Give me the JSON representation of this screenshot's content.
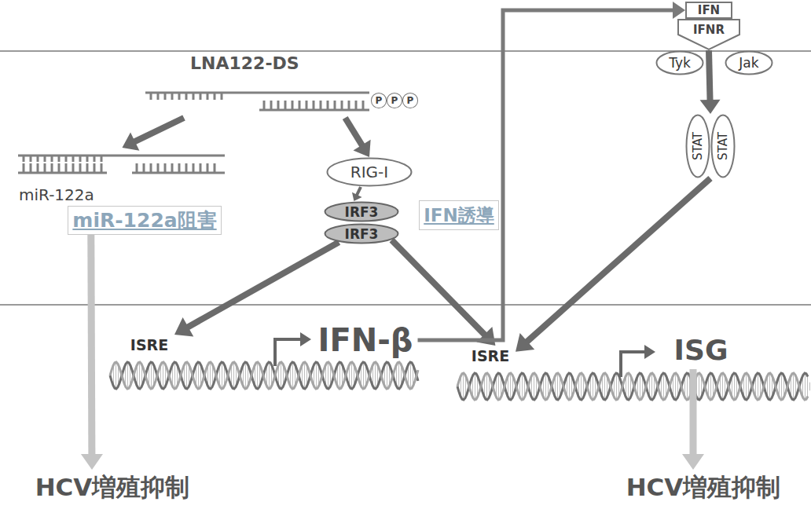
{
  "diagram": {
    "nodes": [
      {
        "text": [
          "LNA122-DS"
        ]
      },
      {
        "text": [
          "P"
        ],
        "in": 0
      },
      {
        "text": [
          "P"
        ],
        "in": 0
      },
      {
        "text": [
          "P"
        ],
        "in": 0
      },
      {
        "text": [
          "miR-122a"
        ]
      },
      {
        "text": [
          "miR-122a阻害"
        ]
      },
      {
        "text": [
          "RIG-I"
        ]
      },
      {
        "text": [
          "IRF3"
        ]
      },
      {
        "text": [
          "IRF3"
        ]
      },
      {
        "text": [
          "ISRE"
        ]
      },
      {
        "text": [
          "IFN-β"
        ]
      },
      {
        "text": [
          "IFN誘導"
        ]
      },
      {
        "text": [
          "IFN"
        ]
      },
      {
        "text": [
          "IFNR"
        ]
      },
      {
        "text": [
          "Tyk"
        ]
      },
      {
        "text": [
          "Jak"
        ]
      },
      {
        "text": [
          "STAT"
        ]
      },
      {
        "text": [
          "STAT"
        ]
      },
      {
        "text": [
          "ISRE"
        ]
      },
      {
        "text": [
          "ISG"
        ]
      },
      {
        "text": [
          "HCV増殖抑制"
        ]
      },
      {
        "text": [
          "HCV増殖抑制"
        ]
      }
    ],
    "edges": [
      {
        "from": 0,
        "to": 4,
        "arrow": "to"
      },
      {
        "from": 0,
        "to": 6,
        "arrow": "to"
      },
      {
        "from": 6,
        "to": 7,
        "arrow": "to"
      },
      {
        "from": 8,
        "to": 9,
        "arrow": "to"
      },
      {
        "from": 8,
        "to": 18,
        "arrow": "to"
      },
      {
        "from": 10,
        "to": 12,
        "arrow": "to"
      },
      {
        "from": 13,
        "to": 16,
        "arrow": "to"
      },
      {
        "from": 17,
        "to": 18,
        "arrow": "to"
      },
      {
        "from": 5,
        "to": 20,
        "arrow": "to"
      },
      {
        "from": 19,
        "to": 21,
        "arrow": "to"
      }
    ]
  }
}
